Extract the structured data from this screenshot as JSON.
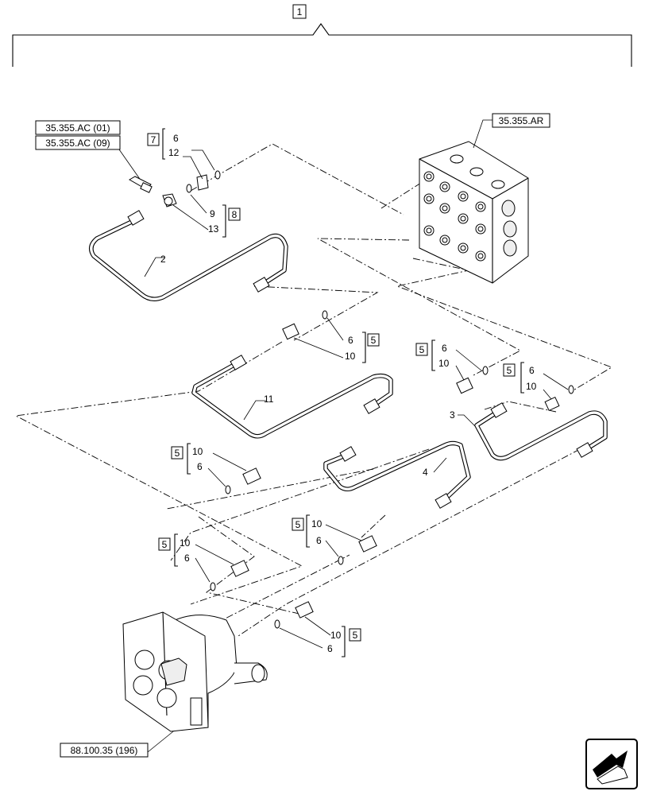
{
  "assembly_ref": "1",
  "references": {
    "ref_ac01": "35.355.AC (01)",
    "ref_ac09": "35.355.AC (09)",
    "ref_ar": "35.355.AR",
    "ref_motor": "88.100.35 (196)"
  },
  "kits": {
    "k7": "7",
    "k8": "8",
    "k5": "5"
  },
  "items": {
    "i2": "2",
    "i3": "3",
    "i4": "4",
    "i6": "6",
    "i9": "9",
    "i10": "10",
    "i11": "11",
    "i12": "12",
    "i13": "13"
  },
  "icons": [
    "next-page-arrow-icon"
  ]
}
